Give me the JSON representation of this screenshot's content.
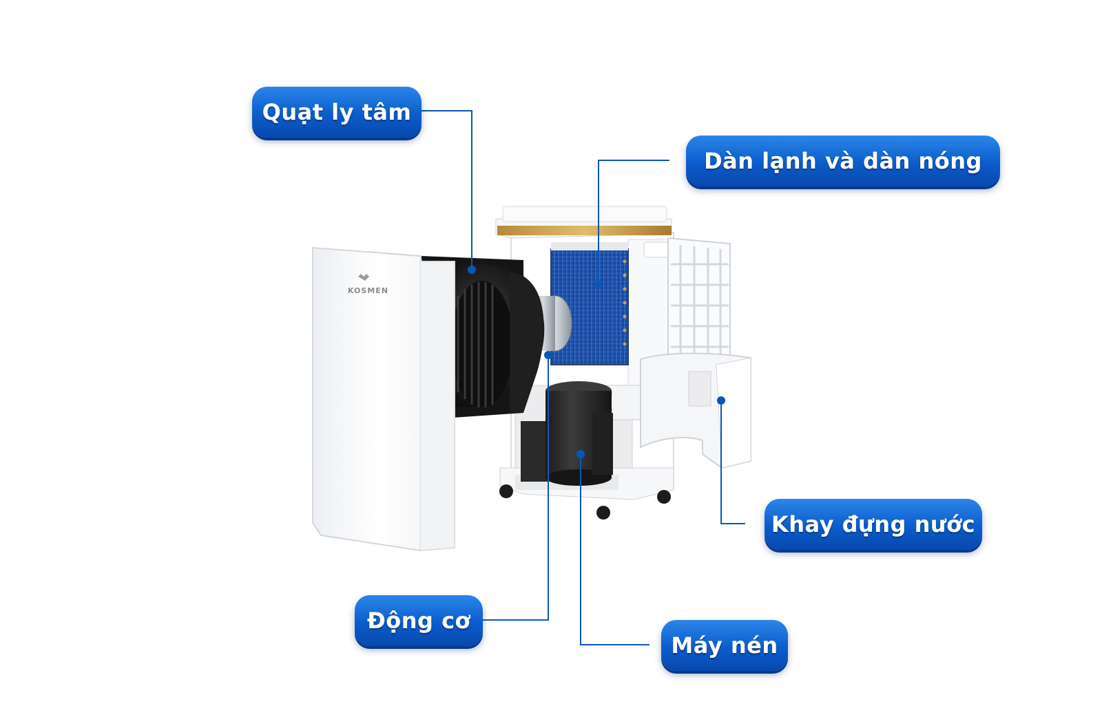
{
  "labels": {
    "centrifugal_fan": "Quạt ly tâm",
    "evaporator_condenser": "Dàn lạnh và dàn nóng",
    "water_tray": "Khay đựng nước",
    "motor": "Động cơ",
    "compressor": "Máy nén"
  },
  "brand": {
    "logo_text": "KOSMEN"
  },
  "colors": {
    "pill_blue": "#0c5ccc",
    "leader_line": "#0a56b8",
    "coil_blue": "#1c4fa8",
    "gold_trim": "#c8a040"
  }
}
